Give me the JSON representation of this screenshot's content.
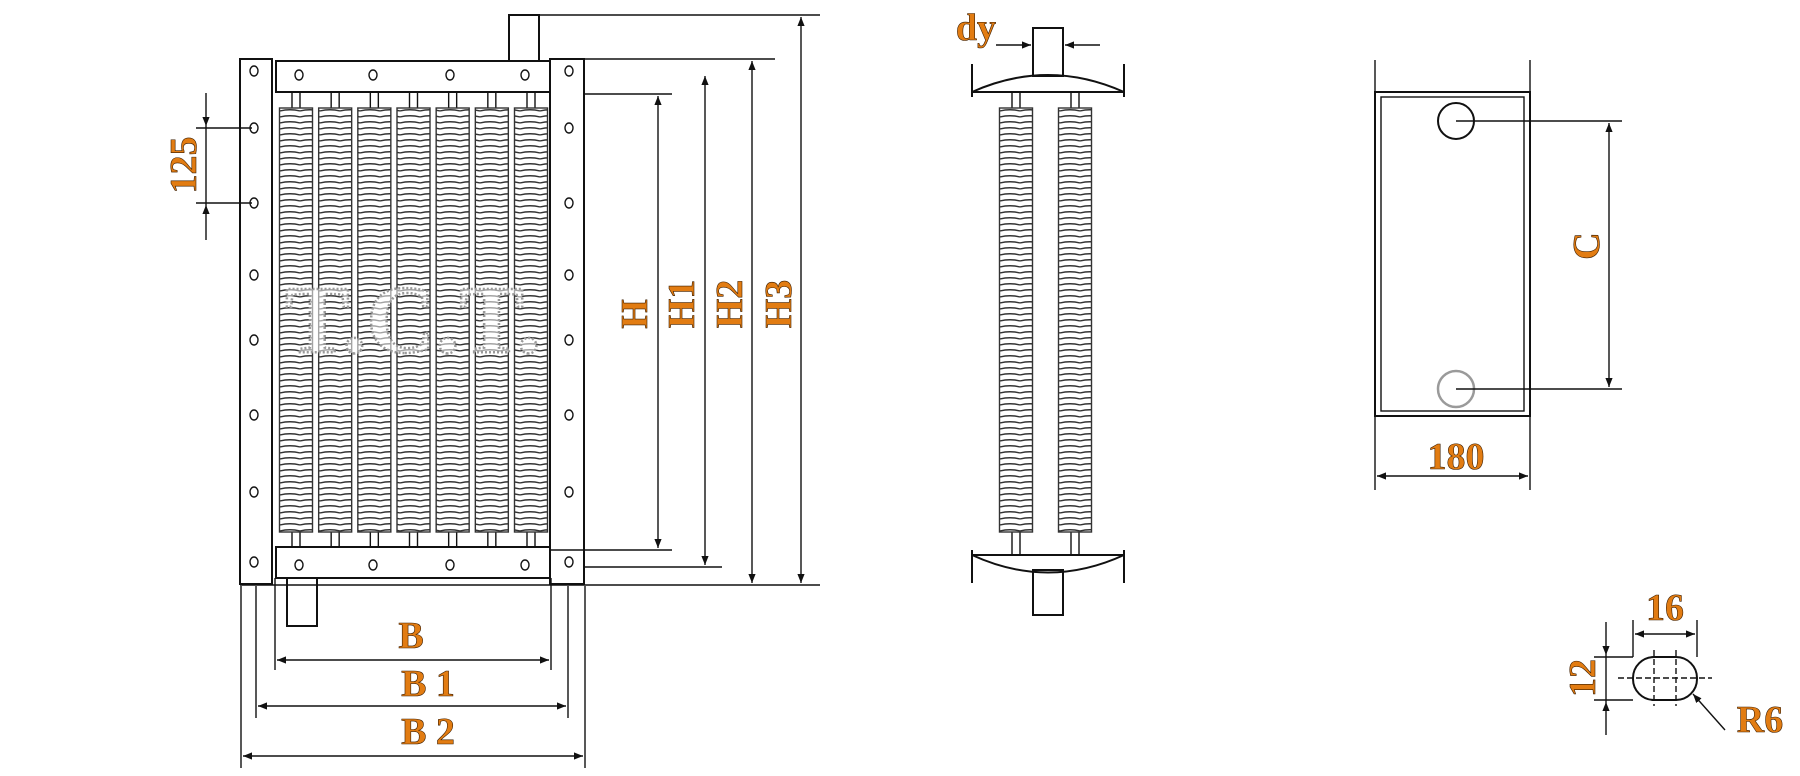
{
  "watermark": "T.C.T.",
  "front_view": {
    "height_labels": [
      "H",
      "H1",
      "H2",
      "H3"
    ],
    "width_labels": [
      "B",
      "B 1",
      "B 2"
    ],
    "pitch_label": "125",
    "element_count": 7
  },
  "side_view": {
    "pipe_label": "dy"
  },
  "flange_view": {
    "width_label": "180",
    "center_label": "C"
  },
  "slot_detail": {
    "width_label": "16",
    "height_label": "12",
    "radius_label": "R6"
  },
  "colors": {
    "label": "#e27c12",
    "line": "#111111",
    "watermark_outline": "#9a9a9a"
  }
}
